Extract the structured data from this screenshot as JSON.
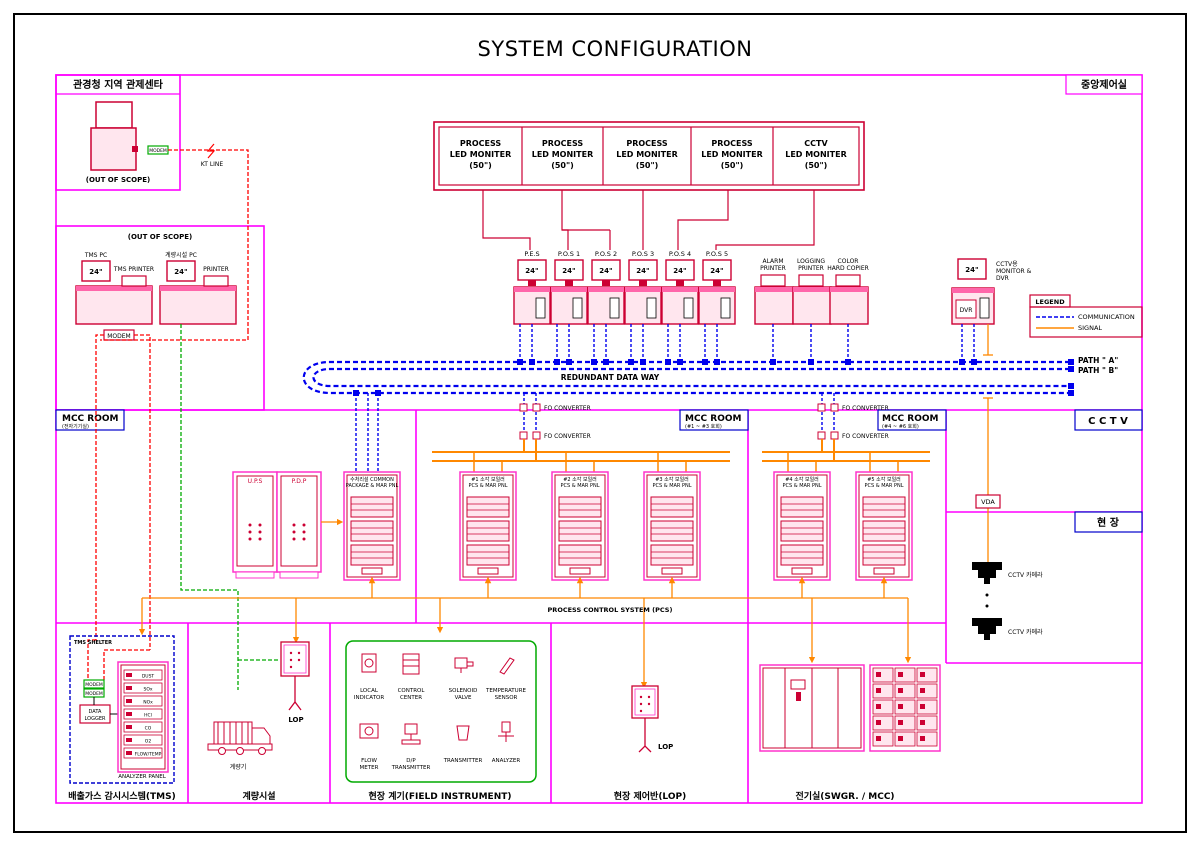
{
  "title": "SYSTEM CONFIGURATION",
  "colors": {
    "frame": "#000000",
    "zone": "#ff00ff",
    "equipment": "#cc0033",
    "equipment_fill": "#ffe6ee",
    "cabinet_frame": "#ff33cc",
    "communication": "#0000ee",
    "signal": "#ff8800",
    "modem": "#00aa00",
    "kt_line": "#ff0000",
    "field_box": "#00aa00"
  },
  "zones": {
    "regional_center": "관경청 지역 관제센타",
    "central_control": "중앙제어실",
    "out_of_scope_1": "(OUT OF SCOPE)",
    "out_of_scope_2": "(OUT OF SCOPE)",
    "mcc_room_left": "MCC ROOM",
    "mcc_room_left_sub": "(전자기기실)",
    "mcc_room_mid": "MCC ROOM",
    "mcc_room_mid_sub": "(#1 ~ #3 호회)",
    "mcc_room_right": "MCC ROOM",
    "mcc_room_right_sub": "(#4 ~ #6 호회)",
    "cctv": "C C T V",
    "field": "현      장"
  },
  "center": {
    "modem": "MODEM",
    "kt_line": "KT LINE"
  },
  "tms_area": {
    "tms_pc": "TMS PC",
    "tms_printer": "TMS PRINTER",
    "weigh_pc": "계량시설 PC",
    "printer": "PRINTER",
    "monitor_size": "24\"",
    "modem": "MODEM"
  },
  "led_monitors": [
    {
      "line1": "PROCESS",
      "line2": "LED MONITER",
      "line3": "(50\")"
    },
    {
      "line1": "PROCESS",
      "line2": "LED MONITER",
      "line3": "(50\")"
    },
    {
      "line1": "PROCESS",
      "line2": "LED MONITER",
      "line3": "(50\")"
    },
    {
      "line1": "PROCESS",
      "line2": "LED MONITER",
      "line3": "(50\")"
    },
    {
      "line1": "CCTV",
      "line2": "LED MONITER",
      "line3": "(50\")"
    }
  ],
  "workstations": [
    {
      "label": "P.E.S",
      "size": "24\""
    },
    {
      "label": "P.O.S 1",
      "size": "24\""
    },
    {
      "label": "P.O.S 2",
      "size": "24\""
    },
    {
      "label": "P.O.S 3",
      "size": "24\""
    },
    {
      "label": "P.O.S 4",
      "size": "24\""
    },
    {
      "label": "P.O.S 5",
      "size": "24\""
    }
  ],
  "printers": [
    {
      "line1": "ALARM",
      "line2": "PRINTER"
    },
    {
      "line1": "LOGGING",
      "line2": "PRINTER"
    },
    {
      "line1": "COLOR",
      "line2": "HARD COPIER"
    }
  ],
  "cctv_station": {
    "size": "24\"",
    "line1": "CCTV용",
    "line2": "MONITOR &",
    "line3": "DVR",
    "dvr": "DVR"
  },
  "legend": {
    "title": "LEGEND",
    "communication": "COMMUNICATION",
    "signal": "SIGNAL"
  },
  "data_way": {
    "label": "REDUNDANT DATA WAY",
    "path_a": "PATH \" A\"",
    "path_b": "PATH \" B\""
  },
  "fo_converter": "FO CONVERTER",
  "left_panels": {
    "ups": "U.P.S",
    "pdp": "P.D.P",
    "common_l1": "수처리설 COMMON",
    "common_l2": "PACKAGE & MAR PNL"
  },
  "pcs_panels": [
    {
      "line1": "#1 소각 보일러",
      "line2": "PCS & MAR PNL"
    },
    {
      "line1": "#2 소각 보일러",
      "line2": "PCS & MAR PNL"
    },
    {
      "line1": "#3 소각 보일러",
      "line2": "PCS & MAR PNL"
    },
    {
      "line1": "#4 소각 보일러",
      "line2": "PCS & MAR PNL"
    },
    {
      "line1": "#5 소각 보일러",
      "line2": "PCS & MAR PNL"
    }
  ],
  "pcs_label": "PROCESS CONTROL SYSTEM (PCS)",
  "vda": "VDA",
  "cctv_camera": "CCTV 카메라",
  "tms_shelter": {
    "title": "TMS SHELTER",
    "modem1": "MODEM",
    "modem2": "MODEM",
    "data_logger_l1": "DATA",
    "data_logger_l2": "LOGGER",
    "analyzer_panel": "ANALYZER PANEL",
    "rows": [
      "DUST",
      "SOx",
      "NOx",
      "HCl",
      "CO",
      "O2",
      "FLOW/TEMP"
    ]
  },
  "weigh": {
    "lop": "LOP",
    "truck_label": "계량기"
  },
  "field_instruments": [
    {
      "line1": "LOCAL",
      "line2": "INDICATOR"
    },
    {
      "line1": "CONTROL",
      "line2": "CENTER"
    },
    {
      "line1": "SOLENOID",
      "line2": "VALVE"
    },
    {
      "line1": "TEMPERATURE",
      "line2": "SENSOR"
    },
    {
      "line1": "FLOW",
      "line2": "METER"
    },
    {
      "line1": "D/P",
      "line2": "TRANSMITTER"
    },
    {
      "line1": "TRANSMITTER",
      "line2": ""
    },
    {
      "line1": "ANALYZER",
      "line2": ""
    }
  ],
  "lop_label": "LOP",
  "bottom_labels": {
    "tms": "배출가스 감시시스템(TMS)",
    "weigh": "계량시설",
    "field_instrument": "현장 계기(FIELD INSTRUMENT)",
    "lop": "현장 제어반(LOP)",
    "electric": "전기실(SWGR. / MCC)"
  }
}
